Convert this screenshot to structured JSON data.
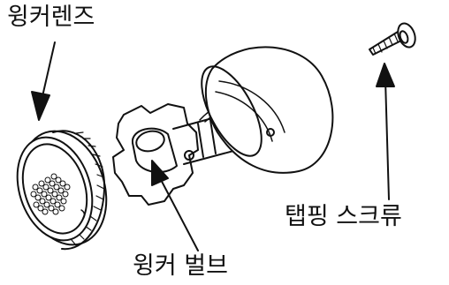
{
  "labels": {
    "lens": "윙커렌즈",
    "screw": "탭핑 스크류",
    "bulb": "윙커 벌브"
  },
  "colors": {
    "line": "#111111",
    "background": "#ffffff"
  }
}
